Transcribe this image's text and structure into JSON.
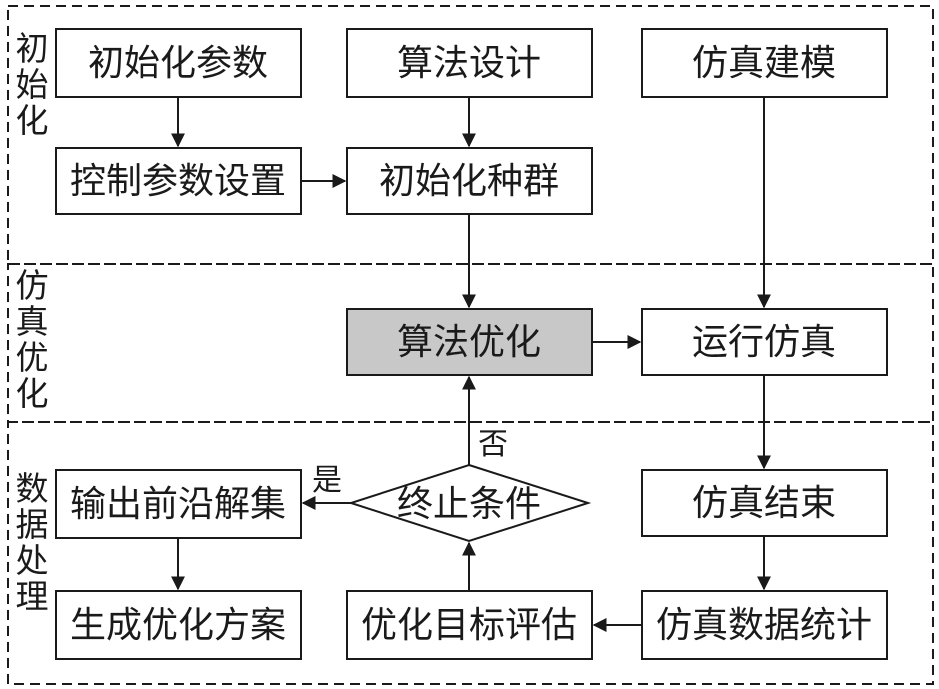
{
  "sections": {
    "init": "初始化",
    "sim_opt": "仿真优化",
    "data_proc": "数据处理"
  },
  "boxes": {
    "init_params": "初始化参数",
    "algo_design": "算法设计",
    "sim_model": "仿真建模",
    "control_params": "控制参数设置",
    "init_population": "初始化种群",
    "algo_opt": "算法优化",
    "run_sim": "运行仿真",
    "sim_end": "仿真结束",
    "sim_stats": "仿真数据统计",
    "objective_eval": "优化目标评估",
    "termination": "终止条件",
    "output_front": "输出前沿解集",
    "generate_plan": "生成优化方案"
  },
  "branches": {
    "no": "否",
    "yes": "是"
  },
  "colors": {
    "stroke": "#1a1a1a",
    "highlight_fill": "#c8c8c8",
    "box_fill": "#ffffff"
  }
}
